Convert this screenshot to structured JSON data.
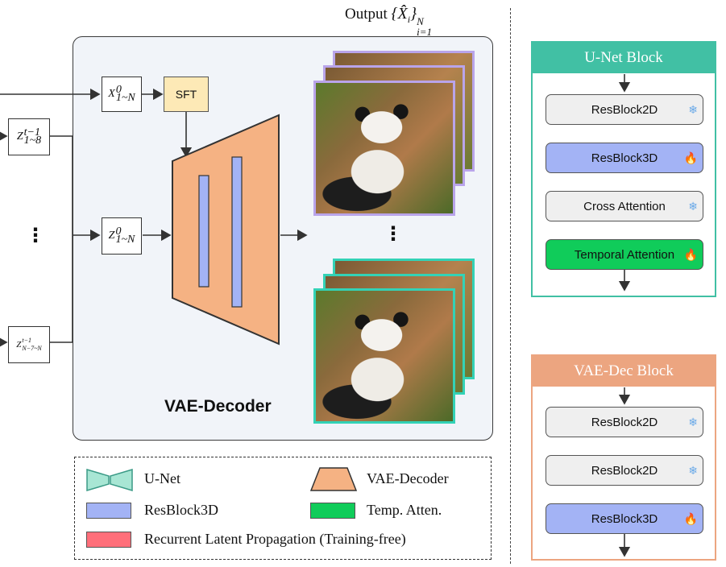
{
  "output_label": "Output",
  "panel": {
    "title": "VAE-Decoder",
    "sft_label": "SFT"
  },
  "inputs": {
    "z_top": "Z",
    "z_top_sup": "t−1",
    "z_top_sub": "1~8",
    "z_bot": "Z",
    "z_bot_sup": "t−1",
    "z_bot_sub": "N−7~N"
  },
  "nodes": {
    "x0": "X",
    "x0_sup": "0",
    "x0_sub": "1~N",
    "z0": "Z",
    "z0_sup": "0",
    "z0_sub": "1~N"
  },
  "unet_block": {
    "title": "U-Net Block",
    "items": [
      {
        "label": "ResBlock2D",
        "icon": "snowflake-icon",
        "color": "#efefef"
      },
      {
        "label": "ResBlock3D",
        "icon": "flame-icon",
        "color": "#a3b3f5"
      },
      {
        "label": "Cross Attention",
        "icon": "snowflake-icon",
        "color": "#efefef"
      },
      {
        "label": "Temporal Attention",
        "icon": "flame-icon",
        "color": "#10cc5a"
      }
    ],
    "color": "#41c0a4"
  },
  "vae_block": {
    "title": "VAE-Dec Block",
    "items": [
      {
        "label": "ResBlock2D",
        "icon": "snowflake-icon",
        "color": "#efefef"
      },
      {
        "label": "ResBlock2D",
        "icon": "snowflake-icon",
        "color": "#efefef"
      },
      {
        "label": "ResBlock3D",
        "icon": "flame-icon",
        "color": "#a3b3f5"
      }
    ],
    "color": "#eca580"
  },
  "legend": {
    "unet": "U-Net",
    "vae_decoder": "VAE-Decoder",
    "resblock3d": "ResBlock3D",
    "temp_atten": "Temp. Atten.",
    "recurrent": "Recurrent Latent Propagation (Training-free)"
  },
  "colors": {
    "unet_fill": "#a8e6d4",
    "unet_stroke": "#3a9a86",
    "decoder_fill": "#f5b283",
    "resblock3d": "#a3b3f5",
    "temp_atten": "#10cc5a",
    "recurrent": "#ff6f7a",
    "frame_top": "#b9a4ea",
    "frame_bottom": "#33d2b6"
  }
}
